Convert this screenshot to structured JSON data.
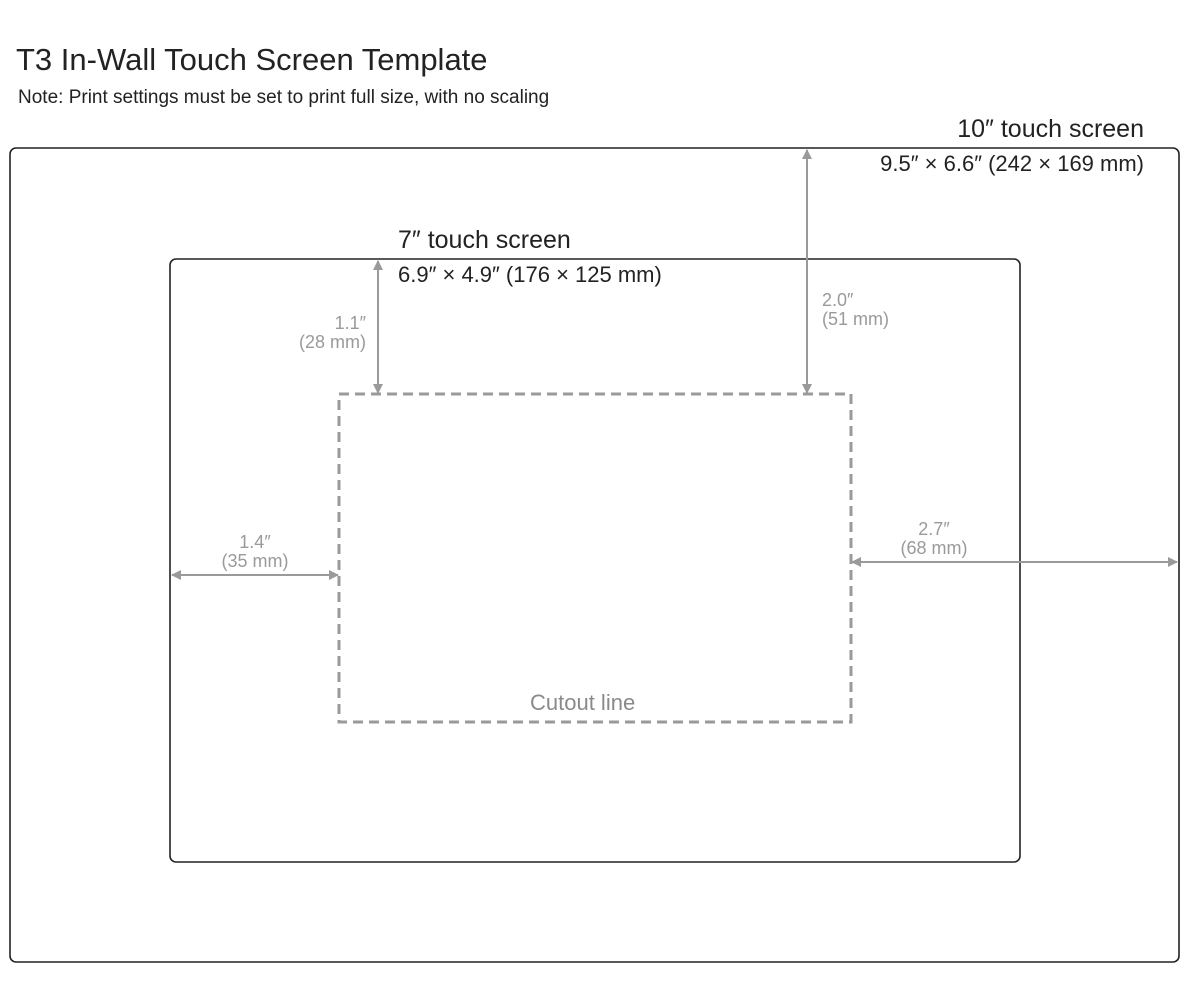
{
  "header": {
    "title": "T3 In-Wall Touch Screen Template",
    "note": "Note: Print settings must be set to print full size, with no scaling"
  },
  "screen_10": {
    "label": "10″ touch screen",
    "dims": "9.5″ × 6.6″ (242 × 169 mm)"
  },
  "screen_7": {
    "label": "7″ touch screen",
    "dims": "6.9″ × 4.9″ (176 × 125 mm)"
  },
  "cutout": {
    "label": "Cutout line"
  },
  "dimensions": {
    "top_7": {
      "inches": "1.1″",
      "mm": "(28 mm)"
    },
    "top_10": {
      "inches": "2.0″",
      "mm": "(51 mm)"
    },
    "left_7": {
      "inches": "1.4″",
      "mm": "(35 mm)"
    },
    "right_10": {
      "inches": "2.7″",
      "mm": "(68 mm)"
    }
  },
  "colors": {
    "frame": "#222222",
    "dimension": "#9a9a9a",
    "cutout": "#9a9a9a"
  }
}
